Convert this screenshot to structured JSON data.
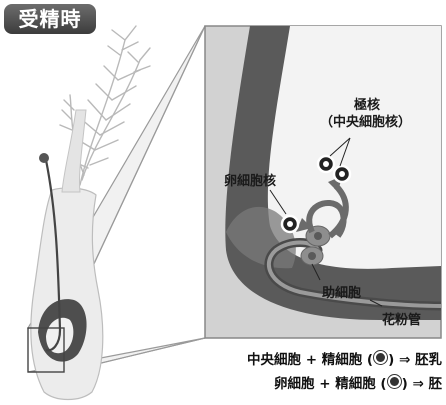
{
  "title": "受精時",
  "labels": {
    "polar_nuclei": "極核",
    "central_cell_nucleus": "（中央細胞核）",
    "egg_cell_nucleus": "卵細胞核",
    "synergid": "助細胞",
    "pollen_tube": "花粉管"
  },
  "formulas": [
    {
      "left": "中央細胞 + 精細胞 (",
      "right": ") ⇒ 胚乳"
    },
    {
      "left": "卵細胞 + 精細胞 (",
      "right": ") ⇒ 胚"
    }
  ],
  "colors": {
    "panel_bg": "#d3d3d3",
    "tissue_dark": "#565656",
    "tissue_light": "#f2f2f2",
    "nucleus": "#222222"
  }
}
